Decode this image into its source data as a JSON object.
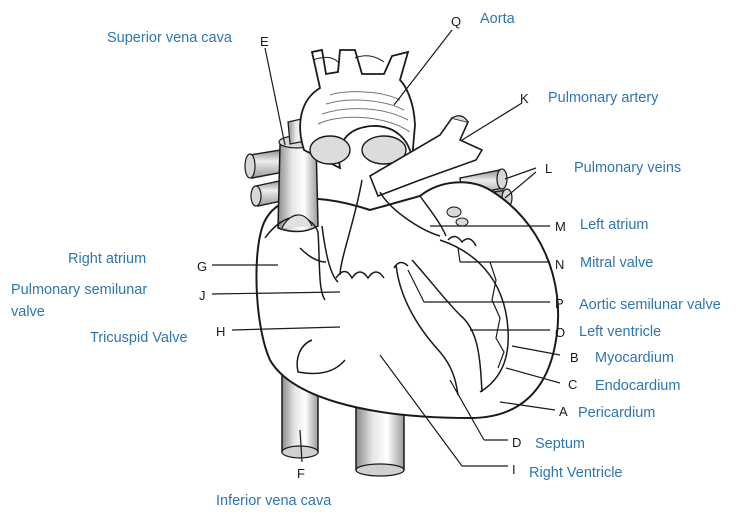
{
  "colors": {
    "label": "#2e75b6",
    "letter": "#1a1a1a",
    "ink": "#1a1a1a",
    "tube_shade": "#9a9a9a"
  },
  "parts": {
    "A": "Pericardium",
    "B": "Myocardium",
    "C": "Endocardium",
    "D": "Septum",
    "E": "Superior vena cava",
    "F": "Inferior vena cava",
    "G": "Right atrium",
    "H": "Tricuspid Valve",
    "I": "Right Ventricle",
    "J_line1": "Pulmonary semilunar",
    "J_line2": "valve",
    "K": "Pulmonary artery",
    "L": "Pulmonary veins",
    "M": "Left atrium",
    "N": "Mitral valve",
    "O": "Left ventricle",
    "P": "Aortic semilunar valve",
    "Q": "Aorta"
  },
  "letters": {
    "A": "A",
    "B": "B",
    "C": "C",
    "D": "D",
    "E": "E",
    "F": "F",
    "G": "G",
    "H": "H",
    "I": "I",
    "J": "J",
    "K": "K",
    "L": "L",
    "M": "M",
    "N": "N",
    "O": "O",
    "P": "P",
    "Q": "Q"
  }
}
